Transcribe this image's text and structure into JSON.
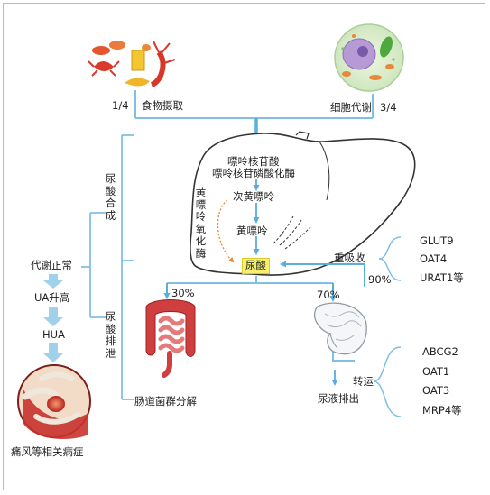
{
  "sources": {
    "food_ratio": "1/4",
    "food_label": "食物摄取",
    "cell_label": "细胞代谢",
    "cell_ratio": "3/4"
  },
  "liver": {
    "enzyme1_line1": "嘌呤核苷酸",
    "enzyme1_line2": "嘌呤核苷磷酸化酶",
    "hypoxanthine": "次黄嘌呤",
    "xanthine": "黄嘌呤",
    "xanthine_oxidase": "黄嘌呤氧化酶",
    "uric_acid": "尿酸"
  },
  "side": {
    "synthesis": "尿酸合成",
    "excretion": "尿酸排泄"
  },
  "excretion": {
    "gut_pct": "30%",
    "kidney_pct": "70%",
    "gut_label": "肠道菌群分解",
    "urine_label": "尿液排出",
    "transport": "转运",
    "reabsorb": "重吸收",
    "reabsorb_pct": "90%"
  },
  "reabsorb_transporters": [
    "GLUT9",
    "OAT4",
    "URAT1等"
  ],
  "secretion_transporters": [
    "ABCG2",
    "OAT1",
    "OAT3",
    "MRP4等"
  ],
  "pathology": {
    "normal": "代谢正常",
    "ua_rise": "UA升高",
    "hua": "HUA",
    "disease": "痛风等相关病症"
  },
  "colors": {
    "arrow": "#5aaedc",
    "line": "#7fc1e6",
    "highlight": "#f6f06a",
    "gut": "#d23a3a",
    "joint": "#c8322e",
    "dotted": "#e48a3a"
  }
}
